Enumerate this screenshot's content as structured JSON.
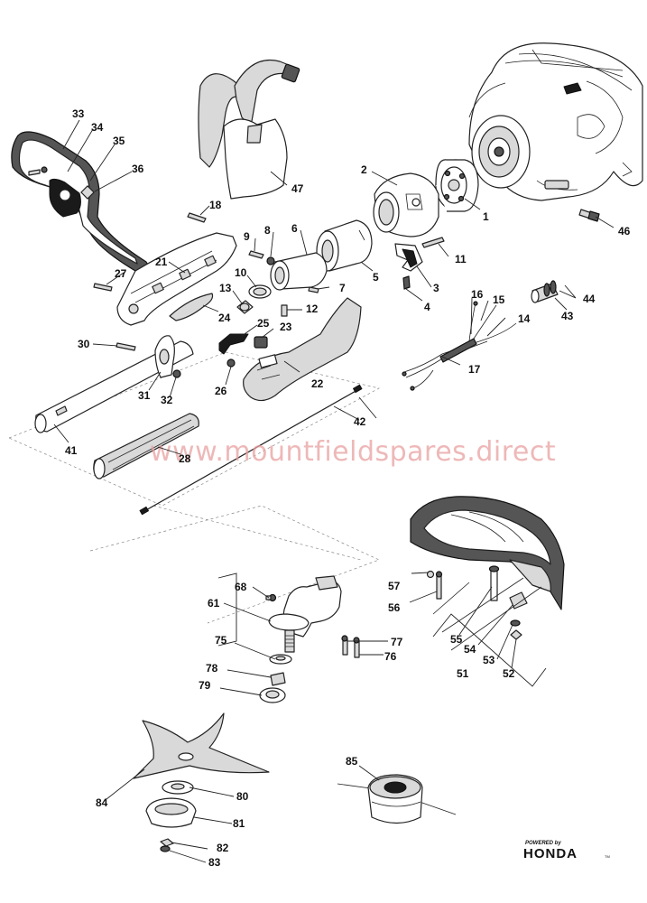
{
  "watermark": "www.mountfieldspares.direct",
  "brand": {
    "powered_by": "POWERED by",
    "name": "HONDA",
    "tm": "TM"
  },
  "callouts": [
    "1",
    "2",
    "3",
    "4",
    "5",
    "6",
    "7",
    "8",
    "9",
    "10",
    "11",
    "12",
    "13",
    "14",
    "15",
    "16",
    "17",
    "18",
    "21",
    "22",
    "23",
    "24",
    "25",
    "26",
    "27",
    "28",
    "30",
    "31",
    "32",
    "33",
    "34",
    "35",
    "36",
    "41",
    "42",
    "43",
    "44",
    "46",
    "47",
    "51",
    "52",
    "53",
    "54",
    "55",
    "56",
    "57",
    "61",
    "68",
    "75",
    "76",
    "77",
    "78",
    "79",
    "80",
    "81",
    "82",
    "83",
    "84",
    "85"
  ]
}
